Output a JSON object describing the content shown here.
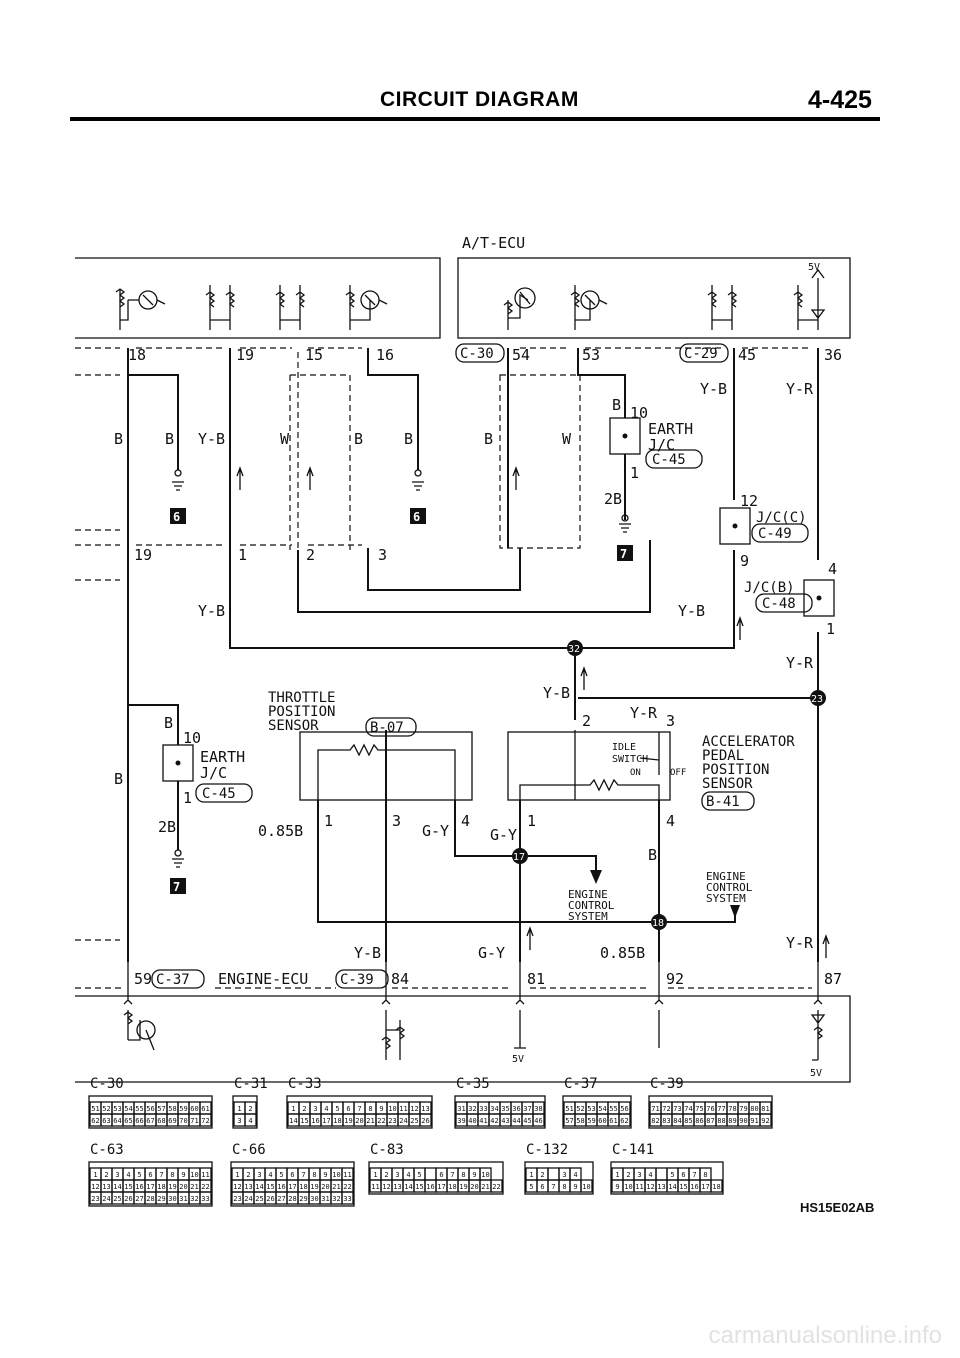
{
  "header": {
    "title": "CIRCUIT DIAGRAM",
    "page_number": "4-425"
  },
  "ecu_top": {
    "label": "A/T-ECU",
    "voltage": "5V"
  },
  "ecu_bottom": {
    "label": "ENGINE-ECU",
    "voltage": "5V"
  },
  "top_pins": [
    "18",
    "19",
    "15",
    "16",
    "54",
    "53",
    "45",
    "36"
  ],
  "mid_pins": [
    "19",
    "1",
    "2",
    "3"
  ],
  "bottom_pins": [
    "59",
    "84",
    "81",
    "92",
    "87"
  ],
  "connectors": {
    "c30": "C-30",
    "c29": "C-29",
    "c45": "C-45",
    "c49": "C-49",
    "c48": "C-48",
    "b07": "B-07",
    "b41": "B-41",
    "c37": "C-37",
    "c39": "C-39"
  },
  "wire_colors": {
    "b": "B",
    "yb": "Y-B",
    "w": "W",
    "yr": "Y-R",
    "gy": "G-Y",
    "b2": "2B",
    "b085": "0.85B",
    "b085b": "0.85B"
  },
  "junctions": {
    "earth_label": "EARTH",
    "jc_label": "J/C",
    "jcc_label": "J/C(C)",
    "jcb_label": "J/C(B)",
    "earth1_pins": [
      "10",
      "1"
    ],
    "jcc_pins": [
      "12",
      "9"
    ],
    "jcb_pins": [
      "4",
      "1"
    ],
    "earth2_pins": [
      "10",
      "1"
    ]
  },
  "ground_markers": {
    "g6": "6",
    "g7": "7"
  },
  "splices": {
    "s32": "32",
    "s23": "23",
    "s17": "17",
    "s18": "18"
  },
  "tps": {
    "line1": "THROTTLE",
    "line2": "POSITION",
    "line3": "SENSOR",
    "pins": [
      "1",
      "3",
      "4"
    ]
  },
  "apps": {
    "line1": "ACCELERATOR",
    "line2": "PEDAL",
    "line3": "POSITION",
    "line4": "SENSOR",
    "idle1": "IDLE",
    "idle2": "SWITCH",
    "on": "ON",
    "off": "OFF",
    "pins": [
      "2",
      "3",
      "1",
      "4"
    ]
  },
  "ecs1": {
    "line1": "ENGINE",
    "line2": "CONTROL",
    "line3": "SYSTEM"
  },
  "ecs2": {
    "line1": "ENGINE",
    "line2": "CONTROL",
    "line3": "SYSTEM"
  },
  "connector_faces": [
    {
      "id": "C-30",
      "rows": [
        [
          "51",
          "52",
          "53",
          "54",
          "55",
          "56",
          "57",
          "58",
          "59",
          "60",
          "61"
        ],
        [
          "62",
          "63",
          "64",
          "65",
          "66",
          "67",
          "68",
          "69",
          "70",
          "71",
          "72"
        ]
      ]
    },
    {
      "id": "C-31",
      "rows": [
        [
          "1",
          "2"
        ],
        [
          "3",
          "4"
        ]
      ]
    },
    {
      "id": "C-33",
      "rows": [
        [
          "1",
          "2",
          "3",
          "4",
          "5",
          "6",
          "7",
          "8",
          "9",
          "10",
          "11",
          "12",
          "13"
        ],
        [
          "14",
          "15",
          "16",
          "17",
          "18",
          "19",
          "20",
          "21",
          "22",
          "23",
          "24",
          "25",
          "26"
        ]
      ]
    },
    {
      "id": "C-35",
      "rows": [
        [
          "31",
          "32",
          "33",
          "34",
          "35",
          "36",
          "37",
          "38"
        ],
        [
          "39",
          "40",
          "41",
          "42",
          "43",
          "44",
          "45",
          "46"
        ]
      ]
    },
    {
      "id": "C-37",
      "rows": [
        [
          "51",
          "52",
          "53",
          "54",
          "55",
          "56"
        ],
        [
          "57",
          "58",
          "59",
          "60",
          "61",
          "62"
        ]
      ]
    },
    {
      "id": "C-39",
      "rows": [
        [
          "71",
          "72",
          "73",
          "74",
          "75",
          "76",
          "77",
          "78",
          "79",
          "80",
          "81"
        ],
        [
          "82",
          "83",
          "84",
          "85",
          "86",
          "87",
          "88",
          "89",
          "90",
          "91",
          "92"
        ]
      ]
    },
    {
      "id": "C-63",
      "rows": [
        [
          "1",
          "2",
          "3",
          "4",
          "5",
          "6",
          "7",
          "8",
          "9",
          "10",
          "11"
        ],
        [
          "12",
          "13",
          "14",
          "15",
          "16",
          "17",
          "18",
          "19",
          "20",
          "21",
          "22"
        ],
        [
          "23",
          "24",
          "25",
          "26",
          "27",
          "28",
          "29",
          "30",
          "31",
          "32",
          "33"
        ]
      ]
    },
    {
      "id": "C-66",
      "rows": [
        [
          "1",
          "2",
          "3",
          "4",
          "5",
          "6",
          "7",
          "8",
          "9",
          "10",
          "11"
        ],
        [
          "12",
          "13",
          "14",
          "15",
          "16",
          "17",
          "18",
          "19",
          "20",
          "21",
          "22"
        ],
        [
          "23",
          "24",
          "25",
          "26",
          "27",
          "28",
          "29",
          "30",
          "31",
          "32",
          "33"
        ]
      ]
    },
    {
      "id": "C-83",
      "rows": [
        [
          "1",
          "2",
          "3",
          "4",
          "5",
          "",
          "6",
          "7",
          "8",
          "9",
          "10"
        ],
        [
          "11",
          "12",
          "13",
          "14",
          "15",
          "16",
          "17",
          "18",
          "19",
          "20",
          "21",
          "22"
        ]
      ]
    },
    {
      "id": "C-132",
      "rows": [
        [
          "1",
          "2",
          "",
          "3",
          "4"
        ],
        [
          "5",
          "6",
          "7",
          "8",
          "9",
          "10"
        ]
      ]
    },
    {
      "id": "C-141",
      "rows": [
        [
          "1",
          "2",
          "3",
          "4",
          "",
          "5",
          "6",
          "7",
          "8"
        ],
        [
          "9",
          "10",
          "11",
          "12",
          "13",
          "14",
          "15",
          "16",
          "17",
          "18"
        ]
      ]
    }
  ],
  "figure_code": "HS15E02AB",
  "footer_text": "carmanualsonline.info"
}
